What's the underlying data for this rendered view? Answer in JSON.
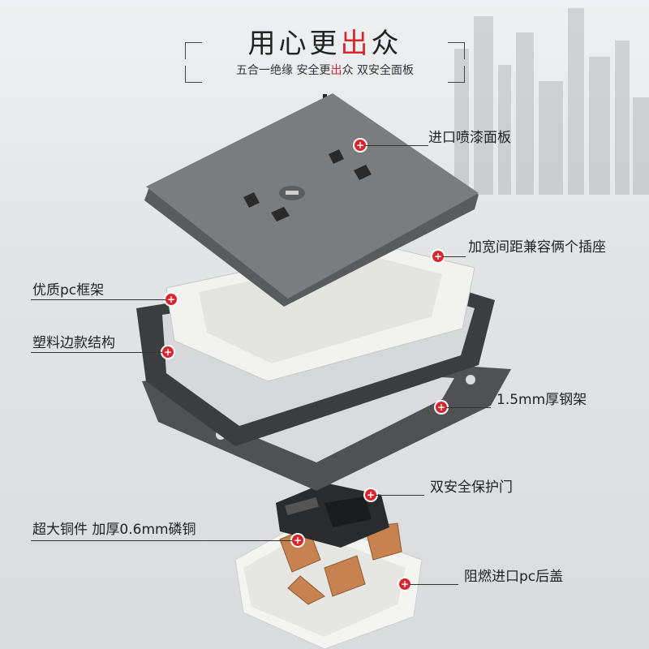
{
  "header": {
    "title_part1": "用心更",
    "title_highlight": "出",
    "title_part2": "众",
    "subtitle_part1": "五合一绝缘  安全更",
    "subtitle_highlight": "出",
    "subtitle_part2": "众 双安全面板"
  },
  "callouts": [
    {
      "id": "panel",
      "text": "进口喷漆面板"
    },
    {
      "id": "spacing",
      "text": "加宽间距兼容俩个插座"
    },
    {
      "id": "pc_frame",
      "text": "优质pc框架"
    },
    {
      "id": "plastic_edge",
      "text": "塑料边款结构"
    },
    {
      "id": "steel_frame",
      "text": "1.5mm厚钢架"
    },
    {
      "id": "safety_door",
      "text": "双安全保护门"
    },
    {
      "id": "copper",
      "text": "超大铜件 加厚0.6mm磷铜"
    },
    {
      "id": "back_cover",
      "text": "阻燃进口pc后盖"
    }
  ],
  "colors": {
    "accent": "#d8262c",
    "panel": "#6e6f71",
    "frame": "#3c3d3f",
    "white_part": "#f2f2f0",
    "copper": "#c8824f"
  },
  "icons": {
    "marker": "plus-dot-icon"
  }
}
